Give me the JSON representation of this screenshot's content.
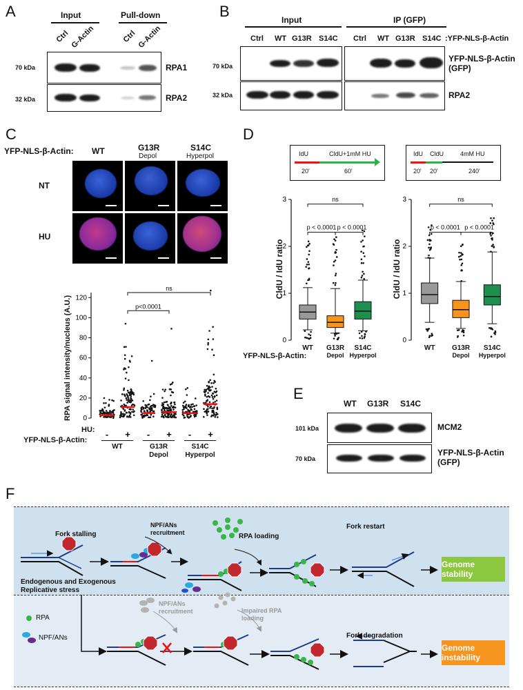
{
  "panelA": {
    "letter": "A",
    "groups": [
      "Input",
      "Pull-down"
    ],
    "lanes": [
      "Ctrl",
      "G-Actin",
      "Ctrl",
      "G-Actin"
    ],
    "rows": [
      {
        "mw": "70 kDa",
        "protein": "RPA1"
      },
      {
        "mw": "32 kDa",
        "protein": "RPA2"
      }
    ]
  },
  "panelB": {
    "letter": "B",
    "groups": [
      "Input",
      "IP (GFP)"
    ],
    "lanes": [
      "Ctrl",
      "WT",
      "G13R",
      "S14C",
      "Ctrl",
      "WT",
      "G13R",
      "S14C"
    ],
    "lane_suffix": ":YFP-NLS-β-Actin",
    "rows": [
      {
        "mw": "70 kDa",
        "protein_line1": "YFP-NLS-β-Actin",
        "protein_line2": "(GFP)"
      },
      {
        "mw": "32 kDa",
        "protein_line1": "RPA2",
        "protein_line2": ""
      }
    ]
  },
  "panelC": {
    "letter": "C",
    "row_label": "YFP-NLS-β-Actin:",
    "columns": [
      {
        "name": "WT",
        "sub": ""
      },
      {
        "name": "G13R",
        "sub": "Depol"
      },
      {
        "name": "S14C",
        "sub": "Hyperpol"
      }
    ],
    "rows": [
      "NT",
      "HU"
    ]
  },
  "panelD": {
    "letter": "D",
    "schemes": [
      {
        "pulse1": "IdU",
        "pulse2": "CldU+1mM HU",
        "t1": "20'",
        "t2": "60'",
        "pulse3": "",
        "t3": ""
      },
      {
        "pulse1": "IdU",
        "pulse2": "CldU",
        "t1": "20'",
        "t2": "20'",
        "pulse3": "4mM HU",
        "t3": "240'"
      }
    ]
  },
  "panelE": {
    "letter": "E",
    "lanes": [
      "WT",
      "G13R",
      "S14C"
    ],
    "rows": [
      {
        "mw": "101 kDa",
        "protein_line1": "MCM2",
        "protein_line2": ""
      },
      {
        "mw": "70 kDa",
        "protein_line1": "YFP-NLS-β-Actin",
        "protein_line2": "(GFP)"
      }
    ]
  },
  "panelF": {
    "letter": "F",
    "top": {
      "fork_stalling": "Fork stalling",
      "recruit": "NPF/ANs\nrecruitment",
      "loading": "RPA loading",
      "restart": "Fork restart",
      "outcome": "Genome stability",
      "stress": "Endogenous and Exogenous\nReplicative stress"
    },
    "bottom": {
      "recruit": "NPF/ANs\nrecruitment",
      "loading": "Impaired RPA\nloading",
      "degradation": "Fork degradation",
      "outcome": "Genome instability"
    },
    "legend": [
      "RPA",
      "NPF/ANs"
    ],
    "stop": "STOP",
    "colors": {
      "top_bg": "#cfe0ee",
      "bottom_bg": "#e3ecf5",
      "stability": "#8dc63f",
      "instability": "#f7941d",
      "rpa": "#39b54a",
      "npf1": "#29abe2",
      "npf2": "#662d91",
      "stop": "#c1272d"
    }
  },
  "chart_data": [
    {
      "type": "strip",
      "title": "",
      "ylabel": "RPA signal intensity/nucleus (A.U.)",
      "ylim": [
        0,
        125
      ],
      "yticks": [
        0,
        20,
        40,
        60,
        80,
        100,
        120
      ],
      "hu_label": "HU:",
      "row_label": "YFP-NLS-β-Actin:",
      "categories": [
        {
          "hu": "-",
          "group": "WT",
          "median": 3,
          "max": 20
        },
        {
          "hu": "+",
          "group": "WT",
          "median": 11,
          "max": 94
        },
        {
          "hu": "-",
          "group": "G13R",
          "median": 5,
          "max": 57
        },
        {
          "hu": "+",
          "group": "G13R",
          "median": 6,
          "max": 89
        },
        {
          "hu": "-",
          "group": "S14C",
          "median": 5,
          "max": 30
        },
        {
          "hu": "+",
          "group": "S14C",
          "median": 14,
          "max": 127
        }
      ],
      "groups": [
        {
          "name": "WT",
          "sub": ""
        },
        {
          "name": "G13R",
          "sub": "Depol"
        },
        {
          "name": "S14C",
          "sub": "Hyperpol"
        }
      ],
      "annotations": [
        "p<0.0001",
        "ns"
      ]
    },
    {
      "type": "box",
      "ylabel": "CldU / IdU ratio",
      "ylim": [
        0,
        3
      ],
      "yticks": [
        0,
        1,
        2,
        3
      ],
      "row_label": "YFP-NLS-β-Actin:",
      "categories": [
        {
          "name": "WT",
          "sub": "",
          "color": "#999999",
          "q1": 0.45,
          "median": 0.6,
          "q3": 0.75,
          "whisker_low": 0.22,
          "whisker_high": 1.12
        },
        {
          "name": "G13R",
          "sub": "Depol",
          "color": "#f7941d",
          "q1": 0.27,
          "median": 0.38,
          "q3": 0.52,
          "whisker_low": 0.15,
          "whisker_high": 1.1
        },
        {
          "name": "S14C",
          "sub": "Hyperpol",
          "color": "#1e8f4e",
          "q1": 0.45,
          "median": 0.62,
          "q3": 0.82,
          "whisker_low": 0.2,
          "whisker_high": 1.28
        }
      ],
      "annotations": [
        "p < 0.0001",
        "p < 0.0001",
        "ns"
      ]
    },
    {
      "type": "box",
      "ylabel": "CldU / IdU ratio",
      "ylim": [
        0,
        3
      ],
      "yticks": [
        0,
        1,
        2,
        3
      ],
      "categories": [
        {
          "name": "WT",
          "sub": "",
          "color": "#999999",
          "q1": 0.78,
          "median": 0.97,
          "q3": 1.22,
          "whisker_low": 0.38,
          "whisker_high": 1.75
        },
        {
          "name": "G13R",
          "sub": "Depol",
          "color": "#f7941d",
          "q1": 0.48,
          "median": 0.65,
          "q3": 0.85,
          "whisker_low": 0.25,
          "whisker_high": 1.25
        },
        {
          "name": "S14C",
          "sub": "Hyperpol",
          "color": "#1e8f4e",
          "q1": 0.75,
          "median": 0.93,
          "q3": 1.18,
          "whisker_low": 0.35,
          "whisker_high": 1.88
        }
      ],
      "annotations": [
        "p < 0.0001",
        "p < 0.0001",
        "ns"
      ]
    }
  ]
}
